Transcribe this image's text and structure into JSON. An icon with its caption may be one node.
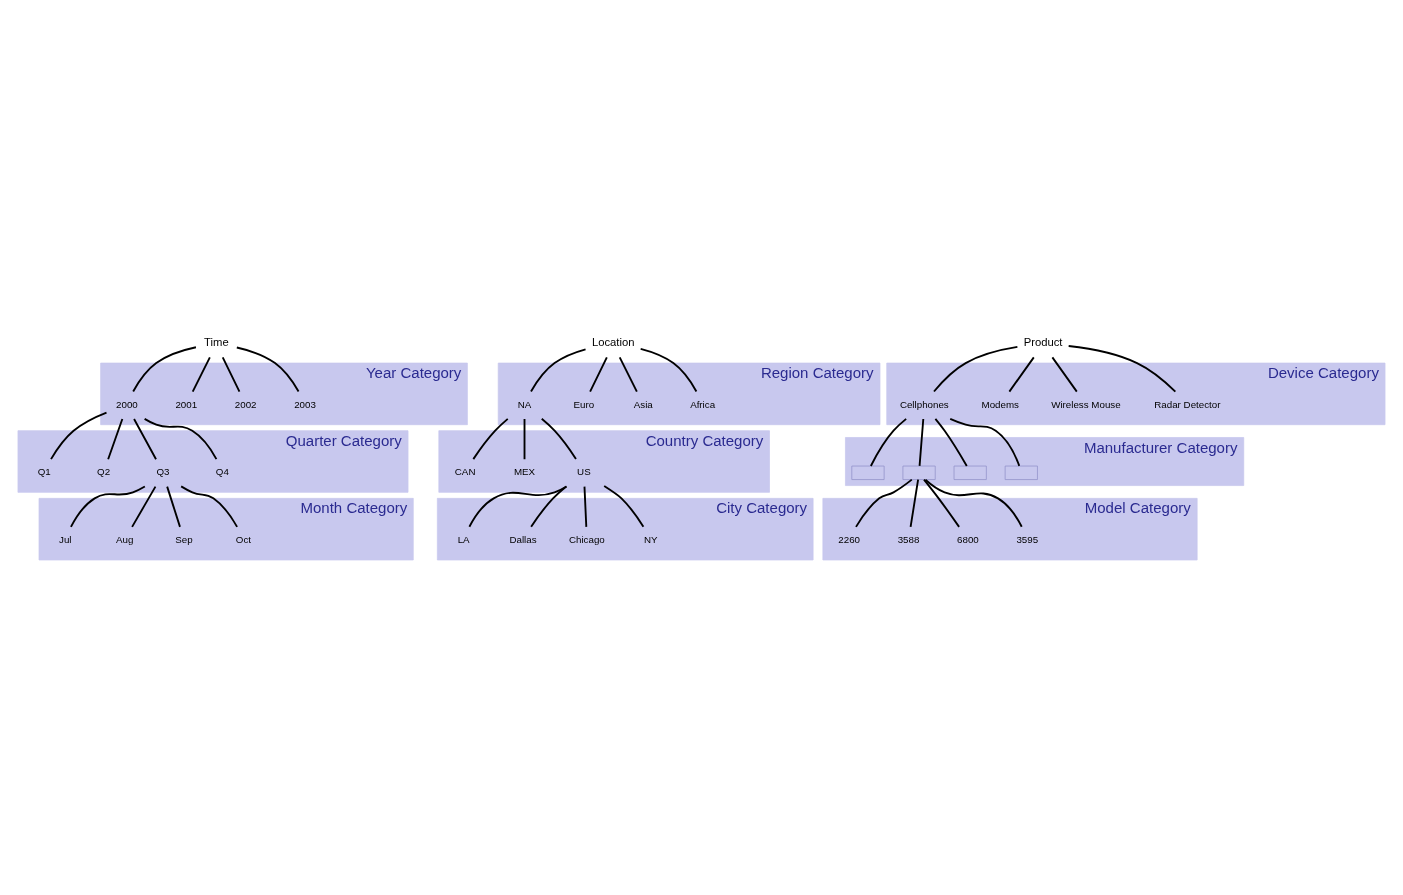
{
  "diagram": {
    "nodes": [
      {
        "text": [
          "Time"
        ]
      },
      {
        "text": [
          "Year Category"
        ]
      },
      {
        "text": [
          "2000"
        ],
        "in": 1
      },
      {
        "text": [
          "2001"
        ],
        "in": 1
      },
      {
        "text": [
          "2002"
        ],
        "in": 1
      },
      {
        "text": [
          "2003"
        ],
        "in": 1
      },
      {
        "text": [
          "Quarter Category"
        ]
      },
      {
        "text": [
          "Q1"
        ],
        "in": 6
      },
      {
        "text": [
          "Q2"
        ],
        "in": 6
      },
      {
        "text": [
          "Q3"
        ],
        "in": 6
      },
      {
        "text": [
          "Q4"
        ],
        "in": 6
      },
      {
        "text": [
          "Month Category"
        ]
      },
      {
        "text": [
          "Jul"
        ],
        "in": 11
      },
      {
        "text": [
          "Aug"
        ],
        "in": 11
      },
      {
        "text": [
          "Sep"
        ],
        "in": 11
      },
      {
        "text": [
          "Oct"
        ],
        "in": 11
      },
      {
        "text": [
          "Location"
        ]
      },
      {
        "text": [
          "Region Category"
        ]
      },
      {
        "text": [
          "NA"
        ],
        "in": 17
      },
      {
        "text": [
          "Euro"
        ],
        "in": 17
      },
      {
        "text": [
          "Asia"
        ],
        "in": 17
      },
      {
        "text": [
          "Africa"
        ],
        "in": 17
      },
      {
        "text": [
          "Country Category"
        ]
      },
      {
        "text": [
          "CAN"
        ],
        "in": 22
      },
      {
        "text": [
          "MEX"
        ],
        "in": 22
      },
      {
        "text": [
          "US"
        ],
        "in": 22
      },
      {
        "text": [
          "City Category"
        ]
      },
      {
        "text": [
          "LA"
        ],
        "in": 26
      },
      {
        "text": [
          "Dallas"
        ],
        "in": 26
      },
      {
        "text": [
          "Chicago"
        ],
        "in": 26
      },
      {
        "text": [
          "NY"
        ],
        "in": 26
      },
      {
        "text": [
          "Product"
        ]
      },
      {
        "text": [
          "Device Category"
        ]
      },
      {
        "text": [
          "Cellphones"
        ],
        "in": 32
      },
      {
        "text": [
          "Modems"
        ],
        "in": 32
      },
      {
        "text": [
          "Wireless Mouse"
        ],
        "in": 32
      },
      {
        "text": [
          "Radar Detector"
        ],
        "in": 32
      },
      {
        "text": [
          "Manufacturer Category"
        ]
      },
      {
        "text": [],
        "shape": "box",
        "in": 37
      },
      {
        "text": [],
        "shape": "box",
        "in": 37
      },
      {
        "text": [],
        "shape": "box",
        "in": 37
      },
      {
        "text": [],
        "shape": "box",
        "in": 37
      },
      {
        "text": [
          "Model Category"
        ]
      },
      {
        "text": [
          "2260"
        ],
        "in": 42
      },
      {
        "text": [
          "3588"
        ],
        "in": 42
      },
      {
        "text": [
          "6800"
        ],
        "in": 42
      },
      {
        "text": [
          "3595"
        ],
        "in": 42
      }
    ],
    "edges": [
      {
        "from": 0,
        "to": 2,
        "arrow": "none"
      },
      {
        "from": 0,
        "to": 3,
        "arrow": "none"
      },
      {
        "from": 0,
        "to": 4,
        "arrow": "none"
      },
      {
        "from": 0,
        "to": 5,
        "arrow": "none"
      },
      {
        "from": 2,
        "to": 7,
        "arrow": "none"
      },
      {
        "from": 2,
        "to": 8,
        "arrow": "none"
      },
      {
        "from": 2,
        "to": 9,
        "arrow": "none"
      },
      {
        "from": 2,
        "to": 10,
        "arrow": "none"
      },
      {
        "from": 9,
        "to": 12,
        "arrow": "none"
      },
      {
        "from": 9,
        "to": 13,
        "arrow": "none"
      },
      {
        "from": 9,
        "to": 14,
        "arrow": "none"
      },
      {
        "from": 9,
        "to": 15,
        "arrow": "none"
      },
      {
        "from": 16,
        "to": 18,
        "arrow": "none"
      },
      {
        "from": 16,
        "to": 19,
        "arrow": "none"
      },
      {
        "from": 16,
        "to": 20,
        "arrow": "none"
      },
      {
        "from": 16,
        "to": 21,
        "arrow": "none"
      },
      {
        "from": 18,
        "to": 23,
        "arrow": "none"
      },
      {
        "from": 18,
        "to": 24,
        "arrow": "none"
      },
      {
        "from": 18,
        "to": 25,
        "arrow": "none"
      },
      {
        "from": 25,
        "to": 27,
        "arrow": "none"
      },
      {
        "from": 25,
        "to": 28,
        "arrow": "none"
      },
      {
        "from": 25,
        "to": 29,
        "arrow": "none"
      },
      {
        "from": 25,
        "to": 30,
        "arrow": "none"
      },
      {
        "from": 31,
        "to": 33,
        "arrow": "none"
      },
      {
        "from": 31,
        "to": 34,
        "arrow": "none"
      },
      {
        "from": 31,
        "to": 35,
        "arrow": "none"
      },
      {
        "from": 31,
        "to": 36,
        "arrow": "none"
      },
      {
        "from": 33,
        "to": 38,
        "arrow": "none"
      },
      {
        "from": 33,
        "to": 39,
        "arrow": "none"
      },
      {
        "from": 33,
        "to": 40,
        "arrow": "none"
      },
      {
        "from": 33,
        "to": 41,
        "arrow": "none"
      },
      {
        "from": 39,
        "to": 43,
        "arrow": "none"
      },
      {
        "from": 39,
        "to": 44,
        "arrow": "none"
      },
      {
        "from": 39,
        "to": 45,
        "arrow": "none"
      },
      {
        "from": 39,
        "to": 46,
        "arrow": "none"
      }
    ]
  }
}
